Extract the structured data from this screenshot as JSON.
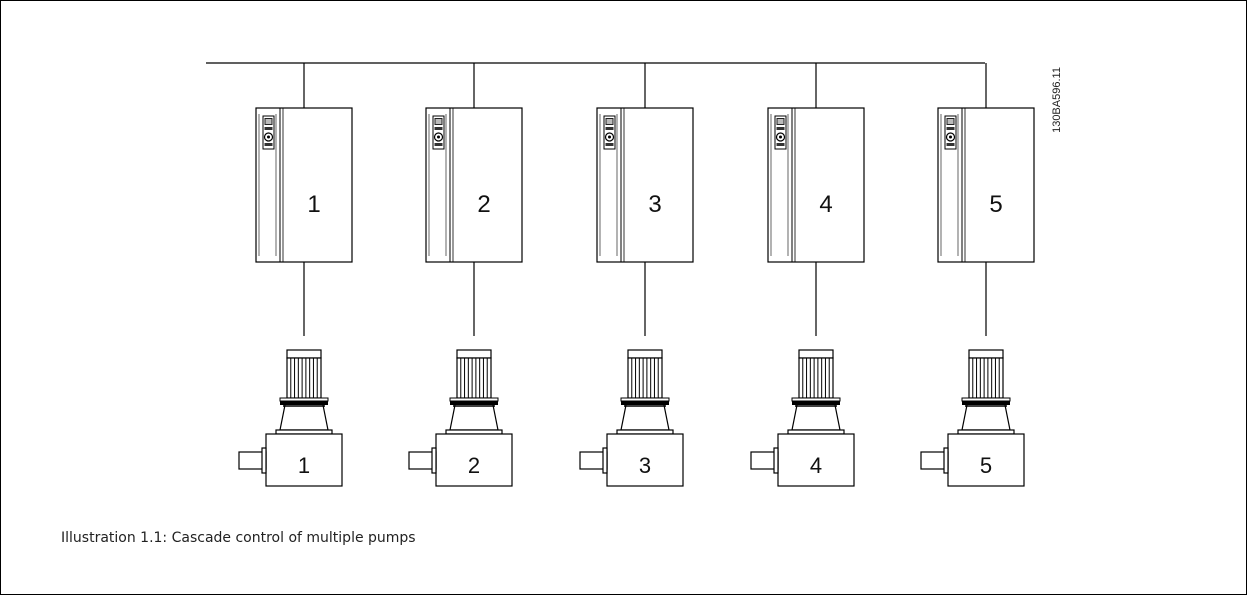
{
  "figure": {
    "drawing_code": "130BA596.11",
    "caption": "Illustration 1.1: Cascade control of multiple pumps",
    "units": [
      {
        "drive_label": "1",
        "pump_label": "1"
      },
      {
        "drive_label": "2",
        "pump_label": "2"
      },
      {
        "drive_label": "3",
        "pump_label": "3"
      },
      {
        "drive_label": "4",
        "pump_label": "4"
      },
      {
        "drive_label": "5",
        "pump_label": "5"
      }
    ]
  }
}
